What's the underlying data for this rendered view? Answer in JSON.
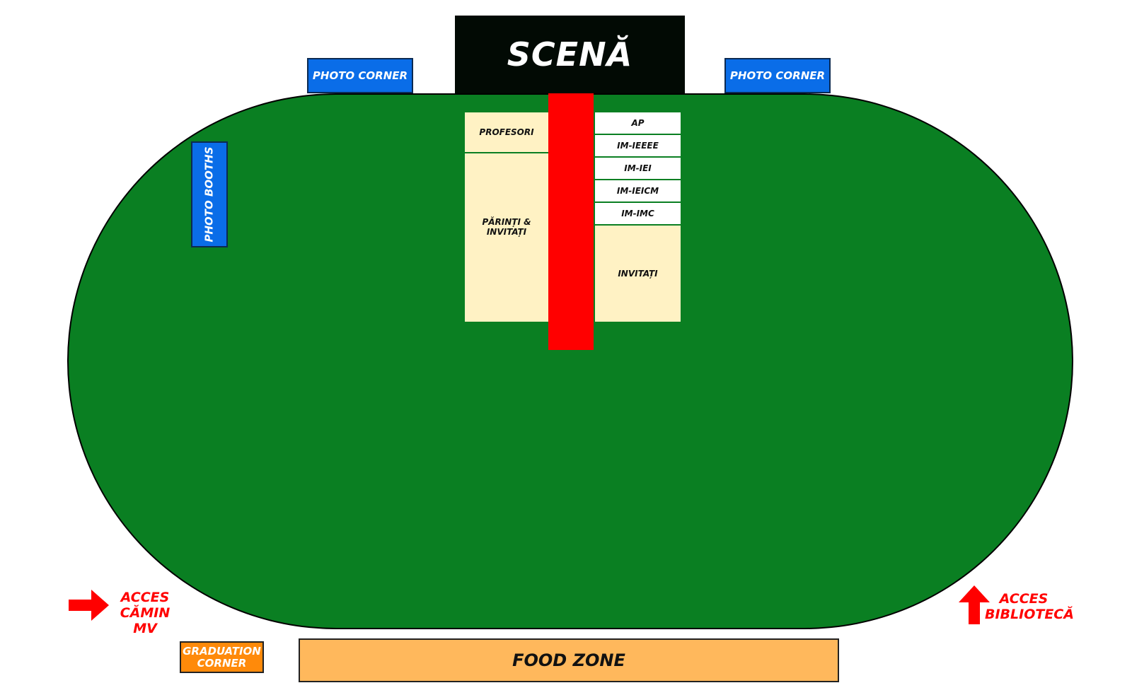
{
  "stage": {
    "label": "SCENĂ"
  },
  "photo_corners": [
    {
      "label": "PHOTO CORNER"
    },
    {
      "label": "PHOTO CORNER"
    }
  ],
  "photo_booths": {
    "label": "PHOTO BOOTHS"
  },
  "seating": {
    "left": [
      {
        "label": "PROFESORI"
      },
      {
        "label": "PĂRINȚI & INVITAȚI"
      }
    ],
    "right": [
      {
        "label": "AP"
      },
      {
        "label": "IM-IEEEE"
      },
      {
        "label": "IM-IEI"
      },
      {
        "label": "IM-IEICM"
      },
      {
        "label": "IM-IMC"
      },
      {
        "label": "INVITAȚI"
      }
    ]
  },
  "zones": {
    "food": "FOOD ZONE",
    "graduation": "GRADUATION CORNER"
  },
  "access": {
    "left": {
      "line1": "ACCES",
      "line2": "CĂMIN MV",
      "icon": "arrow-right-icon"
    },
    "right": {
      "line1": "ACCES",
      "line2": "BIBLIOTECĂ",
      "icon": "arrow-up-icon"
    }
  },
  "colors": {
    "field": "#0a7f22",
    "stage": "#020a04",
    "photo": "#0a6de8",
    "aisle": "#ff0000",
    "seats": "#fff2c4",
    "food": "#ffb85c",
    "graduation": "#ff8a0a",
    "access": "#ff0000"
  }
}
